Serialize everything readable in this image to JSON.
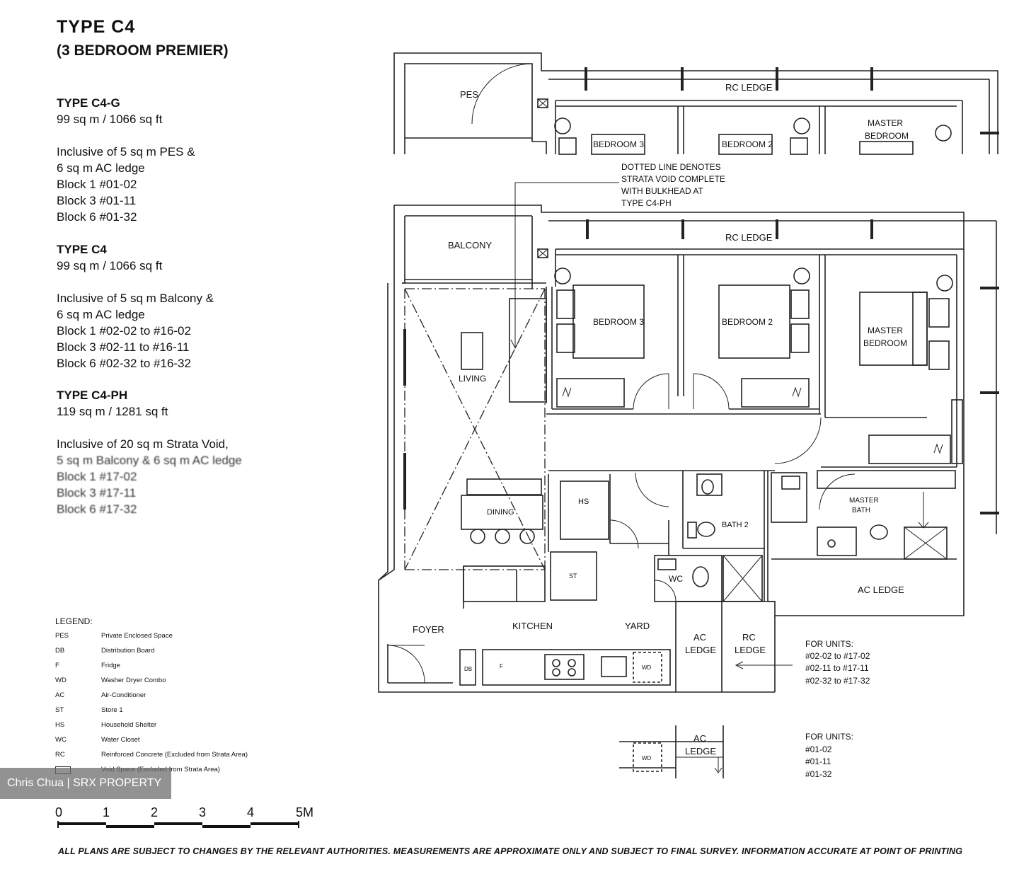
{
  "header": {
    "title": "TYPE  C4",
    "subtitle": "(3 BEDROOM PREMIER)"
  },
  "units": [
    {
      "heading": "TYPE C4-G",
      "area": "99 sq m / 1066 sq ft",
      "lines": [
        "Inclusive of 5 sq m PES &",
        "6 sq m AC ledge",
        "Block 1 #01-02",
        "Block 3 #01-11",
        "Block 6 #01-32"
      ]
    },
    {
      "heading": "TYPE C4",
      "area": "99 sq m / 1066 sq ft",
      "lines": [
        "Inclusive of 5 sq m Balcony &",
        "6 sq m AC ledge",
        "Block 1 #02-02 to #16-02",
        "Block 3 #02-11 to #16-11",
        "Block 6 #02-32 to #16-32"
      ]
    },
    {
      "heading": "TYPE C4-PH",
      "area": "119 sq m / 1281 sq ft",
      "lines": [
        "Inclusive of 20 sq m Strata Void,",
        "5 sq m Balcony & 6 sq m AC ledge",
        "Block 1 #17-02",
        "Block 3 #17-11",
        "Block 6 #17-32"
      ]
    }
  ],
  "legend": {
    "title": "LEGEND:",
    "items": [
      {
        "abbr": "PES",
        "desc": "Private Enclosed Space"
      },
      {
        "abbr": "DB",
        "desc": "Distribution Board"
      },
      {
        "abbr": "F",
        "desc": "Fridge"
      },
      {
        "abbr": "WD",
        "desc": "Washer Dryer Combo"
      },
      {
        "abbr": "AC",
        "desc": "Air-Conditioner"
      },
      {
        "abbr": "ST",
        "desc": "Store 1"
      },
      {
        "abbr": "HS",
        "desc": "Household Shelter"
      },
      {
        "abbr": "WC",
        "desc": "Water Closet"
      },
      {
        "abbr": "RC",
        "desc": "Reinforced Concrete (Excluded from Strata Area)"
      },
      {
        "abbr": "",
        "desc": "Void Space (Excluded from Strata Area)"
      }
    ]
  },
  "watermark": "Chris Chua | SRX PROPERTY",
  "scale": {
    "labels": [
      "0",
      "1",
      "2",
      "3",
      "4",
      "5M"
    ]
  },
  "footer": "ALL PLANS ARE SUBJECT TO CHANGES BY THE RELEVANT AUTHORITIES. MEASUREMENTS ARE APPROXIMATE ONLY AND SUBJECT TO FINAL SURVEY. INFORMATION ACCURATE AT POINT OF PRINTING",
  "plan": {
    "upper_rooms": {
      "pes": "PES",
      "rc_ledge": "RC LEDGE",
      "bedroom3": "BEDROOM 3",
      "bedroom2": "BEDROOM 2",
      "master_l1": "MASTER",
      "master_l2": "BEDROOM"
    },
    "note_lines": [
      "DOTTED LINE DENOTES",
      "STRATA VOID COMPLETE",
      "WITH BULKHEAD AT",
      "TYPE C4-PH"
    ],
    "rooms": {
      "balcony": "BALCONY",
      "rc_ledge": "RC LEDGE",
      "living": "LIVING",
      "dining": "DINING",
      "bedroom3": "BEDROOM 3",
      "bedroom2": "BEDROOM 2",
      "master_l1": "MASTER",
      "master_l2": "BEDROOM",
      "hs": "HS",
      "bath2": "BATH 2",
      "master_bath_l1": "MASTER",
      "master_bath_l2": "BATH",
      "st": "ST",
      "wc": "WC",
      "foyer": "FOYER",
      "kitchen": "KITCHEN",
      "yard": "YARD",
      "ac_ledge_l1": "AC",
      "ac_ledge_l2": "LEDGE",
      "rc_ledge_l1": "RC",
      "rc_ledge_l2": "LEDGE",
      "ac_ledge_right": "AC LEDGE",
      "db": "DB",
      "f": "F",
      "wd": "WD"
    },
    "for_units_a": {
      "title": "FOR UNITS:",
      "lines": [
        "#02-02 to #17-02",
        "#02-11 to #17-11",
        "#02-32 to #17-32"
      ]
    },
    "for_units_b": {
      "title": "FOR UNITS:",
      "lines": [
        "#01-02",
        "#01-11",
        "#01-32"
      ]
    },
    "inset": {
      "ac_l1": "AC",
      "ac_l2": "LEDGE",
      "wd": "WD"
    }
  }
}
